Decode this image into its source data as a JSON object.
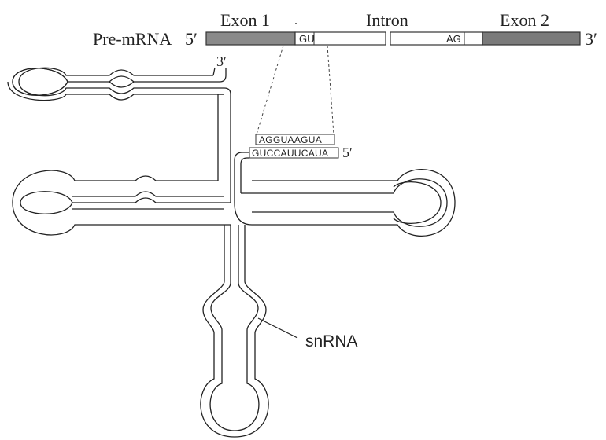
{
  "premrna": {
    "label": "Pre-mRNA",
    "five_prime": "5′",
    "three_prime": "3′",
    "exon1_label": "Exon 1",
    "intron_label": "Intron",
    "exon2_label": "Exon 2",
    "splice_donor": "GU",
    "splice_acceptor": "AG",
    "exon_color": "#888888"
  },
  "pairing": {
    "mrna_seq": "AGGUAAGUA",
    "snrna_seq": "GUCCAUUCAUA",
    "snrna_five_prime": "5′"
  },
  "snrna": {
    "three_prime": "3′",
    "label": "snRNA"
  }
}
